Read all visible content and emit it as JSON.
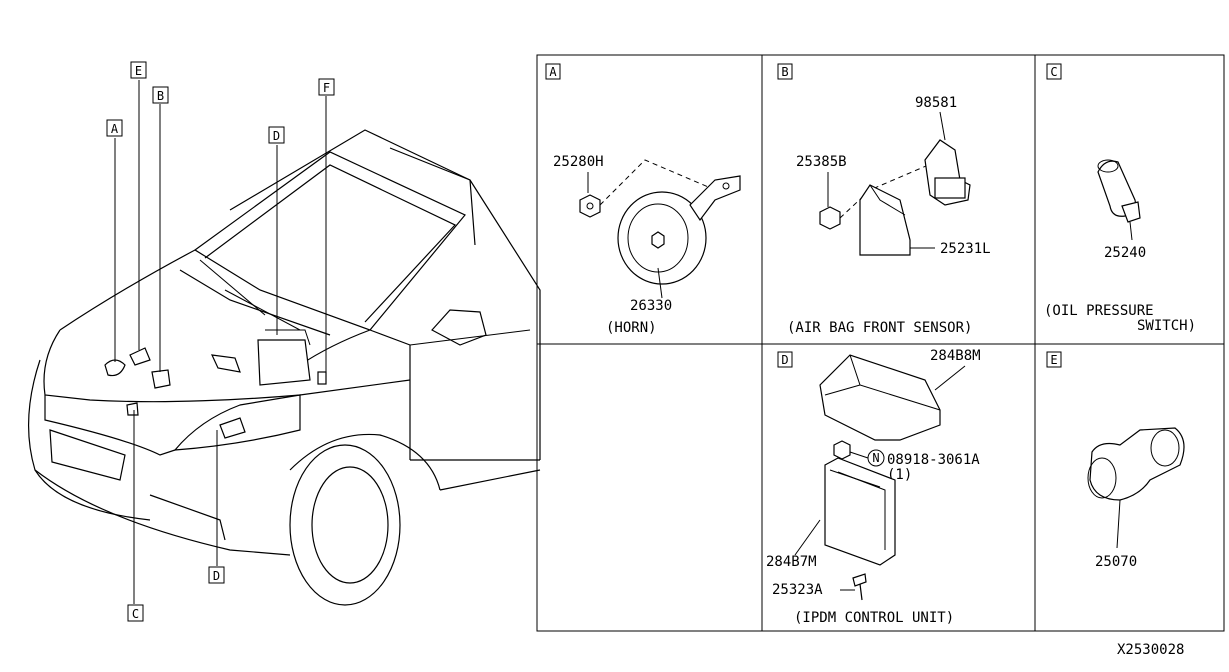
{
  "callouts": {
    "A": "A",
    "B": "B",
    "C": "C",
    "D": "D",
    "E": "E",
    "F": "F"
  },
  "panels": {
    "A": {
      "letter": "A",
      "parts": [
        "25280H",
        "26330"
      ],
      "caption": "(HORN)"
    },
    "B": {
      "letter": "B",
      "parts": [
        "98581",
        "25385B",
        "25231L"
      ],
      "caption": "(AIR BAG FRONT SENSOR)"
    },
    "C": {
      "letter": "C",
      "parts": [
        "25240"
      ],
      "caption_line1": "(OIL PRESSURE",
      "caption_line2": "SWITCH)"
    },
    "D": {
      "letter": "D",
      "parts": [
        "284B8M",
        "08918-3061A",
        "(1)",
        "284B7M",
        "25323A"
      ],
      "nut_symbol": "N",
      "caption": "(IPDM CONTROL UNIT)"
    },
    "E": {
      "letter": "E",
      "parts": [
        "25070"
      ]
    }
  },
  "diagram_id": "X2530028"
}
